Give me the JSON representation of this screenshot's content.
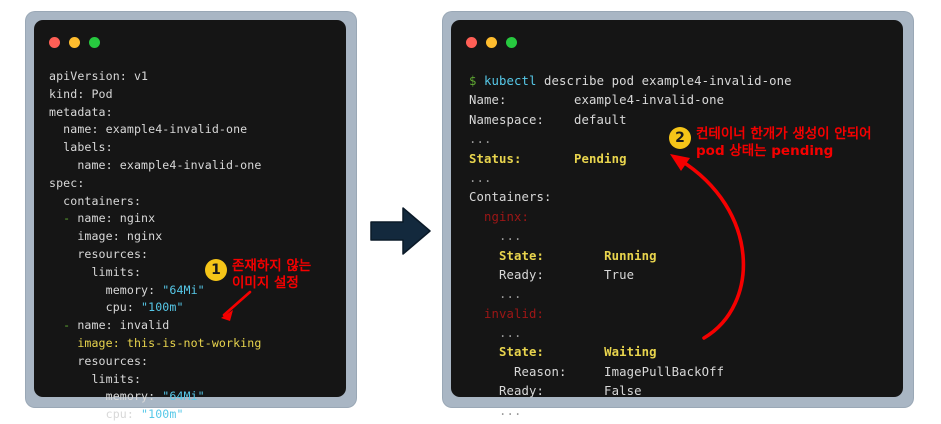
{
  "colors": {
    "page_background": "#ffffff",
    "frame": "#a9b6c4",
    "terminal_background": "#151515",
    "code_text": "#d8d8d8",
    "string_cyan": "#56c8e8",
    "highlight_yellow": "#e8d44d",
    "container_red": "#9e1616",
    "dash_green": "#5fa832",
    "annotation_red": "#f50000",
    "badge_yellow": "#f5c518",
    "block_arrow": "#13293d",
    "dot_red": "#ff5f56",
    "dot_yellow": "#ffbd2e",
    "dot_green": "#27c93f"
  },
  "left_terminal": {
    "window_controls": [
      "close-dot",
      "minimize-dot",
      "maximize-dot"
    ],
    "lines": [
      [
        {
          "t": "apiVersion: v1",
          "c": "c-white"
        }
      ],
      [
        {
          "t": "kind: Pod",
          "c": "c-white"
        }
      ],
      [
        {
          "t": "metadata:",
          "c": "c-white"
        }
      ],
      [
        {
          "t": "  name: example4-invalid-one",
          "c": "c-white"
        }
      ],
      [
        {
          "t": "  labels:",
          "c": "c-white"
        }
      ],
      [
        {
          "t": "    name: example4-invalid-one",
          "c": "c-white"
        }
      ],
      [
        {
          "t": "spec:",
          "c": "c-white"
        }
      ],
      [
        {
          "t": "  containers:",
          "c": "c-white"
        }
      ],
      [
        {
          "t": "  - ",
          "c": "c-green"
        },
        {
          "t": "name: nginx",
          "c": "c-white"
        }
      ],
      [
        {
          "t": "    image: nginx",
          "c": "c-white"
        }
      ],
      [
        {
          "t": "    resources:",
          "c": "c-white"
        }
      ],
      [
        {
          "t": "      limits:",
          "c": "c-white"
        }
      ],
      [
        {
          "t": "        memory: ",
          "c": "c-white"
        },
        {
          "t": "\"64Mi\"",
          "c": "c-cyan"
        }
      ],
      [
        {
          "t": "        cpu: ",
          "c": "c-white"
        },
        {
          "t": "\"100m\"",
          "c": "c-cyan"
        }
      ],
      [
        {
          "t": "  - ",
          "c": "c-green"
        },
        {
          "t": "name: invalid",
          "c": "c-white"
        }
      ],
      [
        {
          "t": "    image: this-is-not-working",
          "c": "c-yellow-plain"
        }
      ],
      [
        {
          "t": "    resources:",
          "c": "c-white"
        }
      ],
      [
        {
          "t": "      limits:",
          "c": "c-white"
        }
      ],
      [
        {
          "t": "        memory: ",
          "c": "c-white"
        },
        {
          "t": "\"64Mi\"",
          "c": "c-cyan"
        }
      ],
      [
        {
          "t": "        cpu: ",
          "c": "c-white"
        },
        {
          "t": "\"100m\"",
          "c": "c-cyan"
        }
      ]
    ]
  },
  "right_terminal": {
    "window_controls": [
      "close-dot",
      "minimize-dot",
      "maximize-dot"
    ],
    "lines": [
      [
        {
          "t": "$ ",
          "c": "c-green"
        },
        {
          "t": "kubectl",
          "c": "c-cyan"
        },
        {
          "t": " describe pod example4-invalid-one",
          "c": "c-white"
        }
      ],
      [
        {
          "t": "Name:         example4-invalid-one",
          "c": "c-white"
        }
      ],
      [
        {
          "t": "Namespace:    default",
          "c": "c-white"
        }
      ],
      [
        {
          "t": "...",
          "c": "c-dim"
        }
      ],
      [
        {
          "t": "Status:       ",
          "c": "c-yellow"
        },
        {
          "t": "Pending",
          "c": "c-yellow"
        }
      ],
      [
        {
          "t": "...",
          "c": "c-dim"
        }
      ],
      [
        {
          "t": "Containers:",
          "c": "c-white"
        }
      ],
      [
        {
          "t": "  nginx:",
          "c": "c-red"
        }
      ],
      [
        {
          "t": "    ...",
          "c": "c-dim"
        }
      ],
      [
        {
          "t": "    State:        ",
          "c": "c-yellow"
        },
        {
          "t": "Running",
          "c": "c-yellow"
        }
      ],
      [
        {
          "t": "    Ready:        True",
          "c": "c-white"
        }
      ],
      [
        {
          "t": "    ...",
          "c": "c-dim"
        }
      ],
      [
        {
          "t": "  invalid:",
          "c": "c-red"
        }
      ],
      [
        {
          "t": "    ...",
          "c": "c-dim"
        }
      ],
      [
        {
          "t": "    State:        ",
          "c": "c-yellow"
        },
        {
          "t": "Waiting",
          "c": "c-yellow"
        }
      ],
      [
        {
          "t": "      Reason:     ImagePullBackOff",
          "c": "c-white"
        }
      ],
      [
        {
          "t": "    Ready:        False",
          "c": "c-white"
        }
      ],
      [
        {
          "t": "    ...",
          "c": "c-dim"
        }
      ]
    ]
  },
  "annotations": {
    "badge_1": "1",
    "note_1": "존재하지 않는\n이미지 설정",
    "badge_2": "2",
    "note_2": "컨테이너 한개가 생성이 안되어\npod 상태는 pending"
  },
  "flow_arrow": {
    "name": "right-block-arrow",
    "direction": "right"
  }
}
